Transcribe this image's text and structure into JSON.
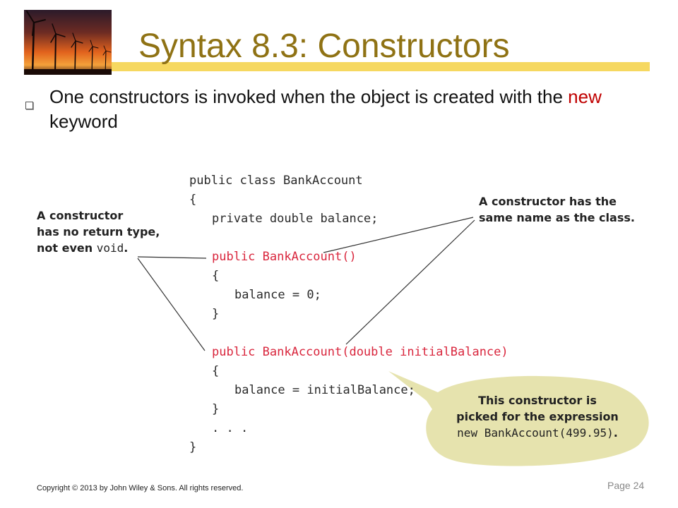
{
  "slide": {
    "title": "Syntax 8.3: Constructors",
    "bullet": {
      "text_before": "One constructors is invoked when the object is created with the ",
      "keyword": "new",
      "text_after": " keyword"
    },
    "code_lines": [
      "public class BankAccount",
      "{",
      "private double balance;",
      "public BankAccount()",
      "{",
      "balance = 0;",
      "}",
      "public BankAccount(double initialBalance)",
      "{",
      "balance = initialBalance;",
      "}",
      ". . .",
      "}"
    ],
    "callout_left": {
      "line1": "A constructor",
      "line2": "has no return type,",
      "line3_prefix": "not even ",
      "line3_code": "void",
      "line3_suffix": "."
    },
    "callout_right": {
      "line1": "A constructor has the",
      "line2": "same name as the class."
    },
    "callout_bubble": {
      "line1": "This constructor is",
      "line2": "picked for the expression",
      "line3_code": "new BankAccount(499.95)",
      "line3_suffix": "."
    },
    "copyright": "Copyright © 2013 by John Wiley & Sons.  All rights reserved.",
    "page_number": "Page 24"
  },
  "colors": {
    "title": "#8f7214",
    "title_bar": "#f6d860",
    "keyword_red": "#c00000",
    "code_red": "#d9263d",
    "bubble_fill": "#e6e3ae"
  },
  "icons": {
    "logo": "wind-turbines-sunset-logo",
    "bullet": "square-bullet-icon"
  }
}
